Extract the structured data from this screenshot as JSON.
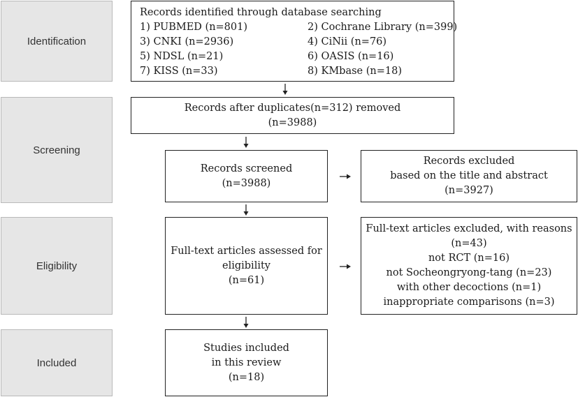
{
  "phases": {
    "identification": "Identification",
    "screening": "Screening",
    "eligibility": "Eligibility",
    "included": "Included"
  },
  "identified": {
    "title": "Records identified through database searching",
    "sources": [
      "1) PUBMED (n=801)",
      "2) Cochrane Library (n=399)",
      "3) CNKI (n=2936)",
      "4) CiNii (n=76)",
      "5) NDSL (n=21)",
      "6) OASIS (n=16)",
      "7) KISS (n=33)",
      "8) KMbase (n=18)"
    ]
  },
  "duplicates": {
    "line1": "Records after duplicates(n=312) removed",
    "line2": "(n=3988)"
  },
  "screened": {
    "line1": "Records screened",
    "line2": "(n=3988)"
  },
  "excluded_title": {
    "line1": "Records excluded",
    "line2": "based on the title and abstract",
    "line3": "(n=3927)"
  },
  "fulltext": {
    "line1": "Full-text articles assessed for",
    "line2": "eligibility",
    "line3": "(n=61)"
  },
  "excluded_fulltext": {
    "line1": "Full-text articles excluded, with reasons",
    "line2": "(n=43)",
    "line3": "not RCT (n=16)",
    "line4": "not Socheongryong-tang (n=23)",
    "line5": "with other decoctions (n=1)",
    "line6": "inappropriate comparisons (n=3)"
  },
  "included": {
    "line1": "Studies included",
    "line2": "in this review",
    "line3": "(n=18)"
  }
}
